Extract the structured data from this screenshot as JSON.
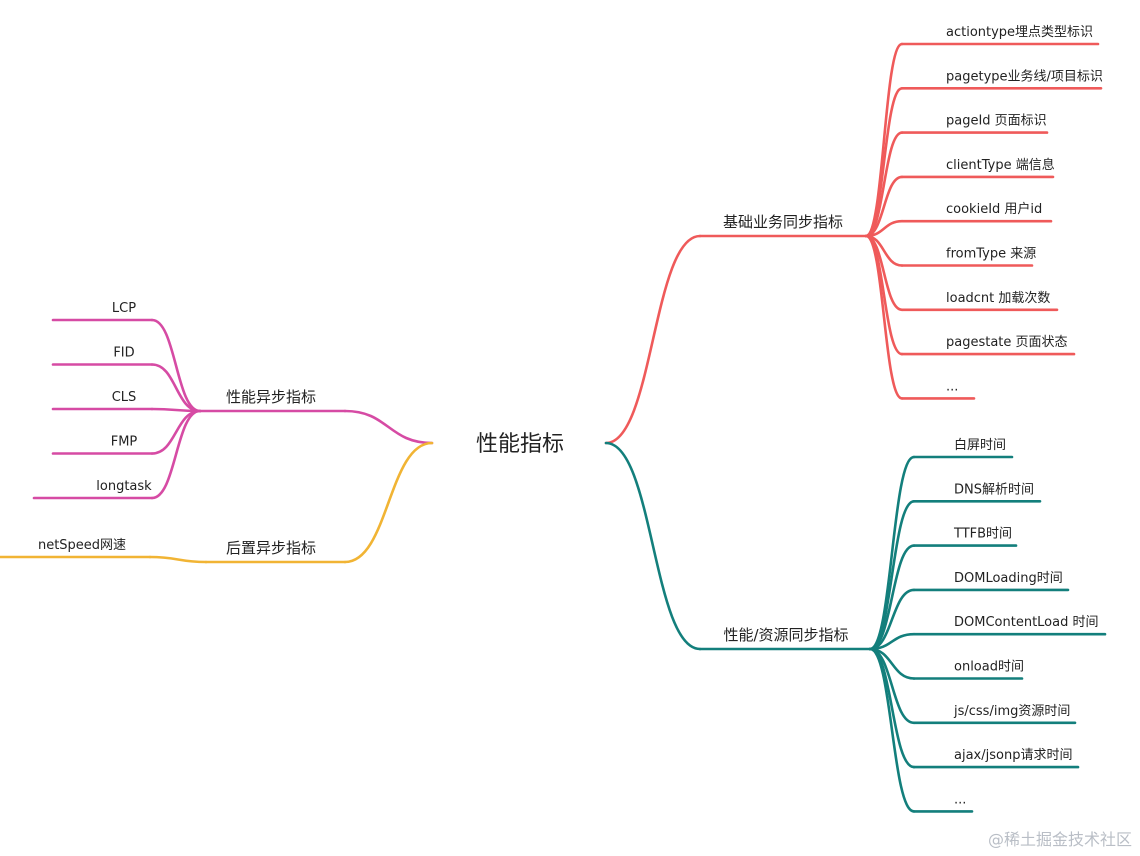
{
  "root": {
    "label": "性能指标"
  },
  "colors": {
    "red": "#ef5a5a",
    "teal": "#137f7c",
    "magenta": "#d64ba4",
    "yellow": "#f1b434"
  },
  "branches": [
    {
      "id": "biz",
      "label": "基础业务同步指标",
      "color": "#ef5a5a",
      "children": [
        "actiontype埋点类型标识",
        "pagetype业务线/项目标识",
        "pageId 页面标识",
        "clientType 端信息",
        "cookieId 用户id",
        "fromType 来源",
        "loadcnt 加载次数",
        "pagestate 页面状态",
        "..."
      ]
    },
    {
      "id": "perf",
      "label": "性能/资源同步指标",
      "color": "#137f7c",
      "children": [
        "白屏时间",
        "DNS解析时间",
        "TTFB时间",
        "DOMLoading时间",
        "DOMContentLoad 时间",
        "onload时间",
        "js/css/img资源时间",
        "ajax/jsonp请求时间",
        "..."
      ]
    },
    {
      "id": "async",
      "label": "性能异步指标",
      "color": "#d64ba4",
      "children": [
        "LCP",
        "FID",
        "CLS",
        "FMP",
        "longtask"
      ]
    },
    {
      "id": "post",
      "label": "后置异步指标",
      "color": "#f1b434",
      "children": [
        "netSpeed网速"
      ]
    }
  ],
  "watermark": "@稀土掘金技术社区"
}
